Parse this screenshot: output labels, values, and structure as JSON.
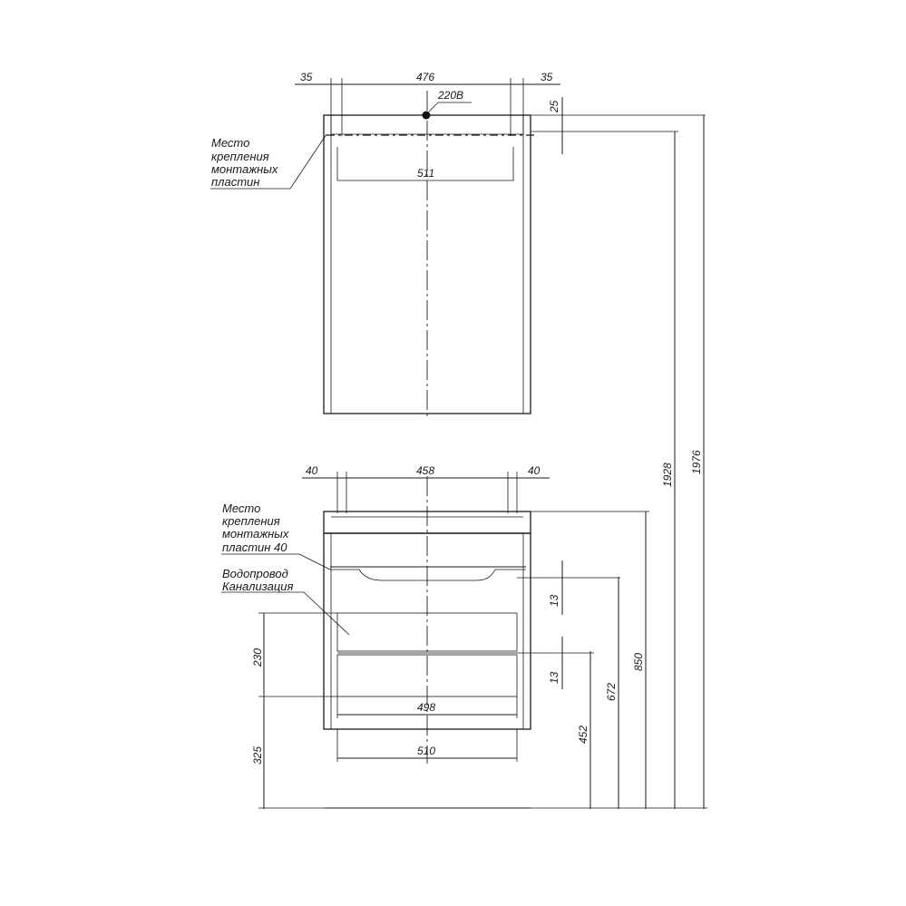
{
  "mirror": {
    "width_left": "35",
    "width_center": "476",
    "width_right": "35",
    "voltage": "220В",
    "top_offset": "25",
    "inner_width": "511",
    "note": [
      "Место",
      "крепления",
      "монтажных",
      "пластин"
    ]
  },
  "vanity": {
    "width_left": "40",
    "width_center": "458",
    "width_right": "40",
    "note": [
      "Место",
      "крепления",
      "монтажных",
      "пластин 40"
    ],
    "pipes": [
      "Водопровод",
      "Канализация"
    ],
    "pipe_zone": "230",
    "pipe_height": "325",
    "gap_upper": "13",
    "gap_lower": "13",
    "drawer_width": "498",
    "base_width": "510"
  },
  "heights": {
    "h452": "452",
    "h672": "672",
    "h850": "850",
    "h1928": "1928",
    "h1976": "1976"
  }
}
